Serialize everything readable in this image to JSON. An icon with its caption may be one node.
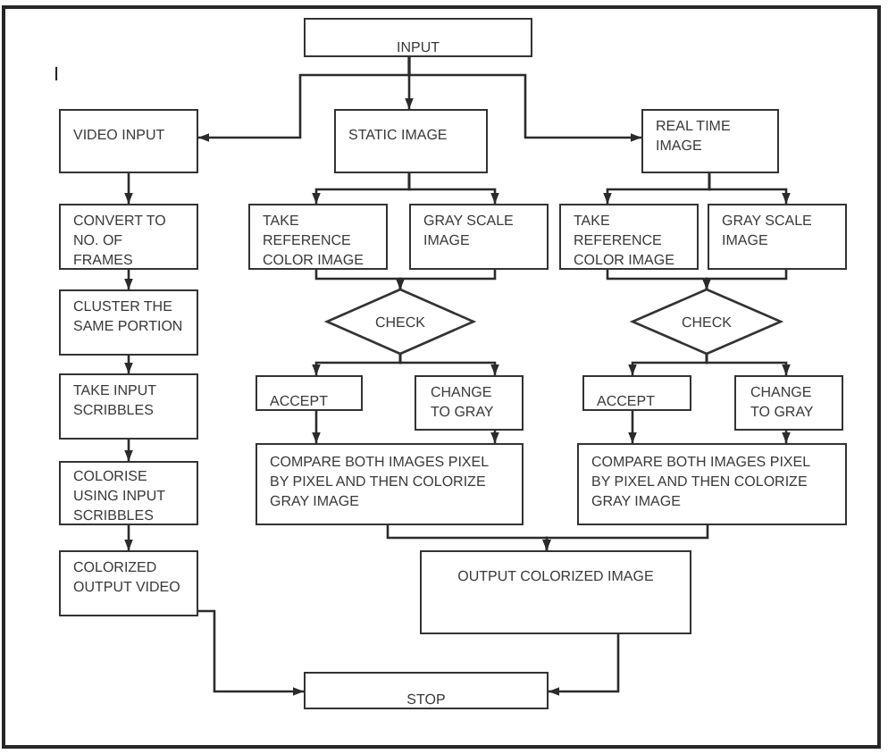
{
  "diagram": {
    "nodes": [
      {
        "text": [
          "INPUT"
        ]
      },
      {
        "text": [
          "VIDEO INPUT"
        ]
      },
      {
        "text": [
          "STATIC IMAGE"
        ]
      },
      {
        "text": [
          "REAL TIME IMAGE"
        ]
      },
      {
        "text": [
          "CONVERT TO NO. OF FRAMES"
        ]
      },
      {
        "text": [
          "TAKE REFERENCE COLOR IMAGE"
        ]
      },
      {
        "text": [
          "GRAY SCALE IMAGE"
        ]
      },
      {
        "text": [
          "TAKE REFERENCE COLOR IMAGE"
        ]
      },
      {
        "text": [
          "GRAY SCALE IMAGE"
        ]
      },
      {
        "text": [
          "CLUSTER THE SAME PORTION"
        ]
      },
      {
        "text": [
          "CHECK"
        ]
      },
      {
        "text": [
          "CHECK"
        ]
      },
      {
        "text": [
          "TAKE INPUT SCRIBBLES"
        ]
      },
      {
        "text": [
          "ACCEPT"
        ]
      },
      {
        "text": [
          "CHANGE TO GRAY"
        ]
      },
      {
        "text": [
          "ACCEPT"
        ]
      },
      {
        "text": [
          "CHANGE TO GRAY"
        ]
      },
      {
        "text": [
          "COMPARE BOTH IMAGES PIXEL BY PIXEL AND THEN COLORIZE GRAY IMAGE"
        ]
      },
      {
        "text": [
          "COMPARE BOTH IMAGES PIXEL BY PIXEL AND THEN COLORIZE GRAY IMAGE"
        ]
      },
      {
        "text": [
          "COLORISE USING INPUT SCRIBBLES"
        ]
      },
      {
        "text": [
          "COLORIZED OUTPUT VIDEO"
        ]
      },
      {
        "text": [
          "OUTPUT COLORIZED IMAGE"
        ]
      },
      {
        "text": [
          "STOP"
        ]
      }
    ],
    "edges": [
      {
        "from": 0,
        "to": 2,
        "arrow": "to"
      },
      {
        "from": 0,
        "to": 1,
        "arrow": "to"
      },
      {
        "from": 0,
        "to": 3,
        "arrow": "to"
      },
      {
        "from": 1,
        "to": 4,
        "arrow": "to"
      },
      {
        "from": 2,
        "to": 5,
        "arrow": "to"
      },
      {
        "from": 2,
        "to": 6,
        "arrow": "to"
      },
      {
        "from": 3,
        "to": 7,
        "arrow": "to"
      },
      {
        "from": 3,
        "to": 8,
        "arrow": "to"
      },
      {
        "from": 4,
        "to": 9,
        "arrow": "to"
      },
      {
        "from": 5,
        "to": 10,
        "arrow": "to"
      },
      {
        "from": 6,
        "to": 10,
        "arrow": "to"
      },
      {
        "from": 7,
        "to": 11,
        "arrow": "to"
      },
      {
        "from": 8,
        "to": 11,
        "arrow": "to"
      },
      {
        "from": 9,
        "to": 12,
        "arrow": "to"
      },
      {
        "from": 10,
        "to": 13,
        "arrow": "to"
      },
      {
        "from": 10,
        "to": 14,
        "arrow": "to"
      },
      {
        "from": 11,
        "to": 15,
        "arrow": "to"
      },
      {
        "from": 11,
        "to": 16,
        "arrow": "to"
      },
      {
        "from": 13,
        "to": 17,
        "arrow": "to"
      },
      {
        "from": 14,
        "to": 17,
        "arrow": "to"
      },
      {
        "from": 15,
        "to": 18,
        "arrow": "to"
      },
      {
        "from": 16,
        "to": 18,
        "arrow": "to"
      },
      {
        "from": 12,
        "to": 19,
        "arrow": "to"
      },
      {
        "from": 19,
        "to": 20,
        "arrow": "to"
      },
      {
        "from": 17,
        "to": 21,
        "arrow": "to"
      },
      {
        "from": 18,
        "to": 21,
        "arrow": "to"
      },
      {
        "from": 20,
        "to": 22,
        "arrow": "to"
      },
      {
        "from": 21,
        "to": 22,
        "arrow": "to"
      }
    ],
    "labels": [
      "I"
    ]
  }
}
